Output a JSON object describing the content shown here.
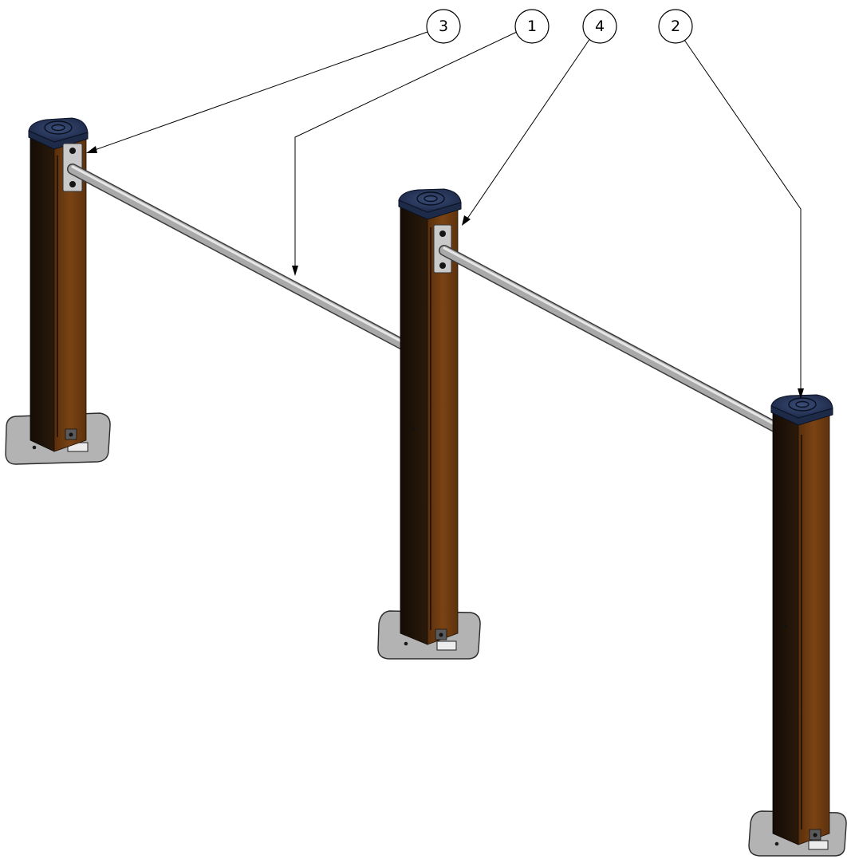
{
  "balloons": [
    {
      "label": "3"
    },
    {
      "label": "1"
    },
    {
      "label": "4"
    },
    {
      "label": "2"
    }
  ],
  "colors": {
    "wood": "#6b3a10",
    "wood_dark": "#1e1208",
    "cap": "#1f2d4d",
    "rail": "#a9a9a9",
    "plate": "#b3b3b3"
  }
}
